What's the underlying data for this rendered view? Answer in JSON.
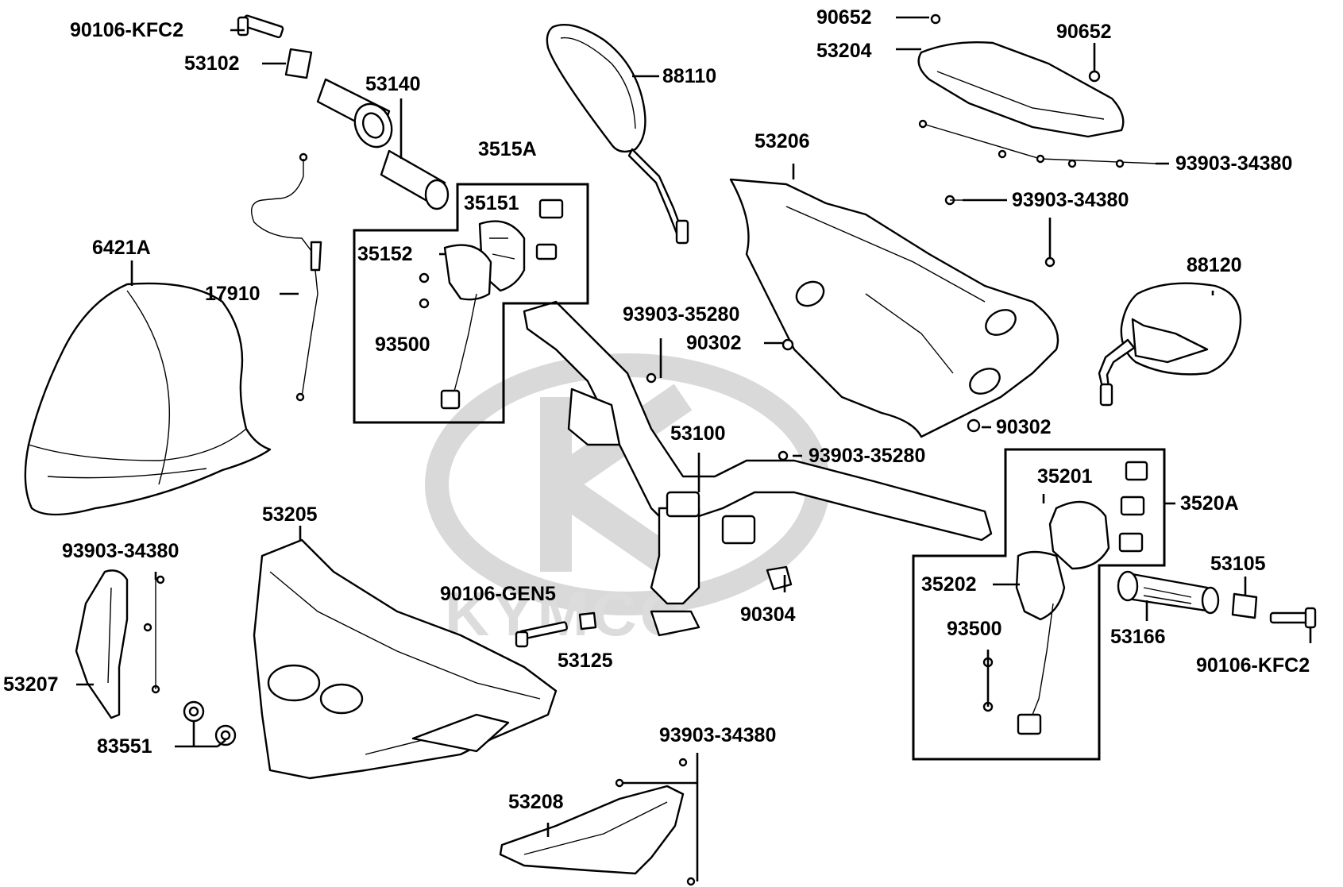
{
  "watermark": {
    "text": "KYMCO"
  },
  "labels": [
    {
      "id": "l1",
      "text": "90106-KFC2"
    },
    {
      "id": "l2",
      "text": "53102"
    },
    {
      "id": "l3",
      "text": "53140"
    },
    {
      "id": "l4",
      "text": "88110"
    },
    {
      "id": "l5",
      "text": "90652"
    },
    {
      "id": "l6",
      "text": "53204"
    },
    {
      "id": "l7",
      "text": "90652"
    },
    {
      "id": "l8",
      "text": "3515A"
    },
    {
      "id": "l9",
      "text": "35151"
    },
    {
      "id": "l10",
      "text": "35152"
    },
    {
      "id": "l11",
      "text": "93500"
    },
    {
      "id": "l12",
      "text": "53206"
    },
    {
      "id": "l13",
      "text": "93903-34380"
    },
    {
      "id": "l14",
      "text": "93903-34380"
    },
    {
      "id": "l15",
      "text": "6421A"
    },
    {
      "id": "l16",
      "text": "17910"
    },
    {
      "id": "l17",
      "text": "93903-35280"
    },
    {
      "id": "l18",
      "text": "90302"
    },
    {
      "id": "l19",
      "text": "88120"
    },
    {
      "id": "l20",
      "text": "90302"
    },
    {
      "id": "l21",
      "text": "53100"
    },
    {
      "id": "l22",
      "text": "93903-35280"
    },
    {
      "id": "l23",
      "text": "35201"
    },
    {
      "id": "l24",
      "text": "3520A"
    },
    {
      "id": "l25",
      "text": "53205"
    },
    {
      "id": "l26",
      "text": "93903-34380"
    },
    {
      "id": "l27",
      "text": "90106-GEN5"
    },
    {
      "id": "l28",
      "text": "53125"
    },
    {
      "id": "l29",
      "text": "90304"
    },
    {
      "id": "l30",
      "text": "53105"
    },
    {
      "id": "l31",
      "text": "35202"
    },
    {
      "id": "l32",
      "text": "53166"
    },
    {
      "id": "l33",
      "text": "93500"
    },
    {
      "id": "l34",
      "text": "90106-KFC2"
    },
    {
      "id": "l35",
      "text": "53207"
    },
    {
      "id": "l36",
      "text": "83551"
    },
    {
      "id": "l37",
      "text": "93903-34380"
    },
    {
      "id": "l38",
      "text": "53208"
    }
  ]
}
